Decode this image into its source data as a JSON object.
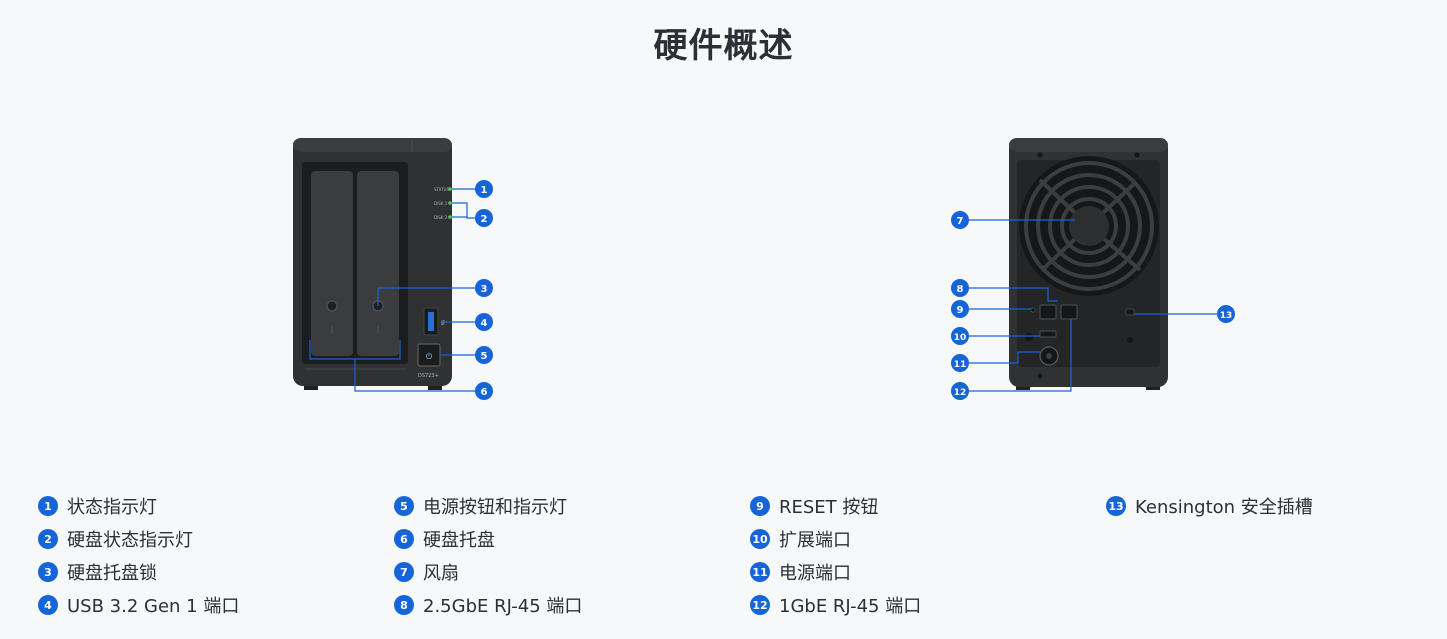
{
  "title": "硬件概述",
  "device_labels": {
    "status": "STATUS",
    "disk1": "DISK 1",
    "disk2": "DISK 2",
    "model": "DS723+"
  },
  "callouts": [
    "1",
    "2",
    "3",
    "4",
    "5",
    "6",
    "7",
    "8",
    "9",
    "10",
    "11",
    "12",
    "13"
  ],
  "legend": [
    {
      "num": "1",
      "label": "状态指示灯"
    },
    {
      "num": "2",
      "label": "硬盘状态指示灯"
    },
    {
      "num": "3",
      "label": "硬盘托盘锁"
    },
    {
      "num": "4",
      "label": "USB 3.2 Gen 1 端口"
    },
    {
      "num": "5",
      "label": "电源按钮和指示灯"
    },
    {
      "num": "6",
      "label": "硬盘托盘"
    },
    {
      "num": "7",
      "label": "风扇"
    },
    {
      "num": "8",
      "label": "2.5GbE RJ-45 端口"
    },
    {
      "num": "9",
      "label": "RESET 按钮"
    },
    {
      "num": "10",
      "label": "扩展端口"
    },
    {
      "num": "11",
      "label": "电源端口"
    },
    {
      "num": "12",
      "label": "1GbE RJ-45 端口"
    },
    {
      "num": "13",
      "label": "Kensington 安全插槽"
    }
  ],
  "colors": {
    "accent": "#1565d8",
    "device_body": "#2f3133",
    "led_green": "#5cc16a",
    "usb_blue": "#2a6fd6"
  }
}
